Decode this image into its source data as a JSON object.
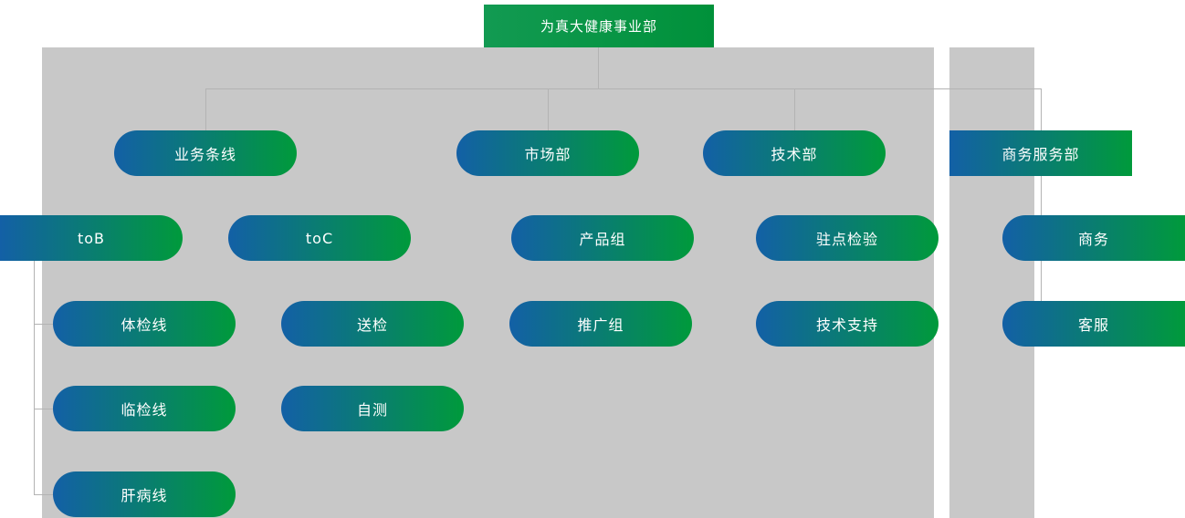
{
  "title": "为真大健康事业部",
  "colors": {
    "panel_background": "#c8c8c8",
    "connector": "#b3b3b3",
    "node_gradient_from": "#1360a6",
    "node_gradient_to": "#009a3b",
    "root_gradient_from": "#129a52",
    "root_gradient_to": "#00913a",
    "text": "#ffffff"
  },
  "nodes": [
    {
      "id": "root",
      "label": "为真大健康事业部",
      "level": 0,
      "parent": null
    },
    {
      "id": "biz-line",
      "label": "业务条线",
      "level": 1,
      "parent": "root"
    },
    {
      "id": "marketing",
      "label": "市场部",
      "level": 1,
      "parent": "root"
    },
    {
      "id": "tech",
      "label": "技术部",
      "level": 1,
      "parent": "root"
    },
    {
      "id": "biz-service",
      "label": "商务服务部",
      "level": 1,
      "parent": "root"
    },
    {
      "id": "tob",
      "label": "toB",
      "level": 2,
      "parent": "biz-line"
    },
    {
      "id": "toc",
      "label": "toC",
      "level": 2,
      "parent": "biz-line"
    },
    {
      "id": "product",
      "label": "产品组",
      "level": 2,
      "parent": "marketing"
    },
    {
      "id": "onsite-inspection",
      "label": "驻点检验",
      "level": 2,
      "parent": "tech"
    },
    {
      "id": "commerce",
      "label": "商务",
      "level": 2,
      "parent": "biz-service"
    },
    {
      "id": "physical-exam",
      "label": "体检线",
      "level": 3,
      "parent": "tob"
    },
    {
      "id": "send-test",
      "label": "送检",
      "level": 3,
      "parent": "toc"
    },
    {
      "id": "promotion",
      "label": "推广组",
      "level": 3,
      "parent": "marketing"
    },
    {
      "id": "tech-support",
      "label": "技术支持",
      "level": 3,
      "parent": "tech"
    },
    {
      "id": "customer-service",
      "label": "客服",
      "level": 3,
      "parent": "biz-service"
    },
    {
      "id": "clinical-test",
      "label": "临检线",
      "level": 4,
      "parent": "tob"
    },
    {
      "id": "self-test",
      "label": "自测",
      "level": 4,
      "parent": "toc"
    },
    {
      "id": "liver-disease",
      "label": "肝病线",
      "level": 5,
      "parent": "tob"
    }
  ]
}
